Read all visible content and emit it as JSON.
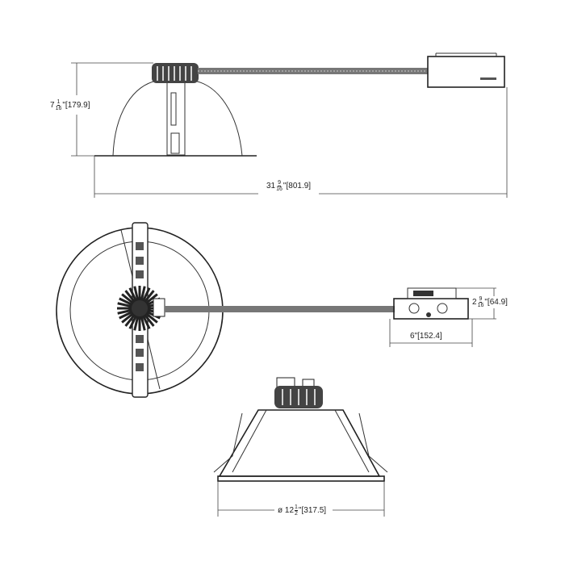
{
  "dimensions": {
    "height": {
      "whole": "7",
      "num": "1",
      "den": "16",
      "unit": "\"",
      "metric": "[179.9]"
    },
    "length": {
      "whole": "31",
      "num": "9",
      "den": "16",
      "unit": "\"",
      "metric": "[801.9]"
    },
    "box_height": {
      "whole": "2",
      "num": "9",
      "den": "16",
      "unit": "\"",
      "metric": "[64.9]"
    },
    "box_width": {
      "whole": "6",
      "unit": "\"",
      "metric": "[152.4]"
    },
    "diameter": {
      "prefix": "ø",
      "whole": "12",
      "num": "1",
      "den": "2",
      "unit": "\"",
      "metric": "[317.5]"
    }
  }
}
